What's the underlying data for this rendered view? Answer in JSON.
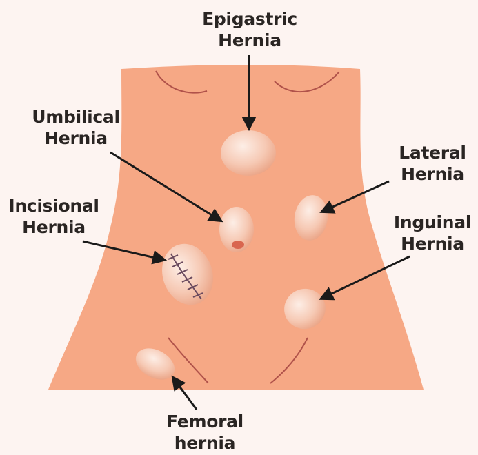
{
  "labels": {
    "epigastric": {
      "line1": "Epigastric",
      "line2": "Hernia"
    },
    "umbilical": {
      "line1": "Umbilical",
      "line2": "Hernia"
    },
    "lateral": {
      "line1": "Lateral",
      "line2": "Hernia"
    },
    "incisional": {
      "line1": "Incisional",
      "line2": "Hernia"
    },
    "inguinal": {
      "line1": "Inguinal",
      "line2": "Hernia"
    },
    "femoral": {
      "line1": "Femoral",
      "line2": "hernia"
    }
  },
  "colors": {
    "background": "#fdf4f1",
    "skin": "#f6a885",
    "bulge_light": "#fbe2d6",
    "bulge_dark": "#e8a488",
    "fold_line": "#b0524a",
    "navel": "#d9664f",
    "scar": "#6a4a5e",
    "arrow": "#1a1a1a",
    "text": "#2a2523"
  }
}
